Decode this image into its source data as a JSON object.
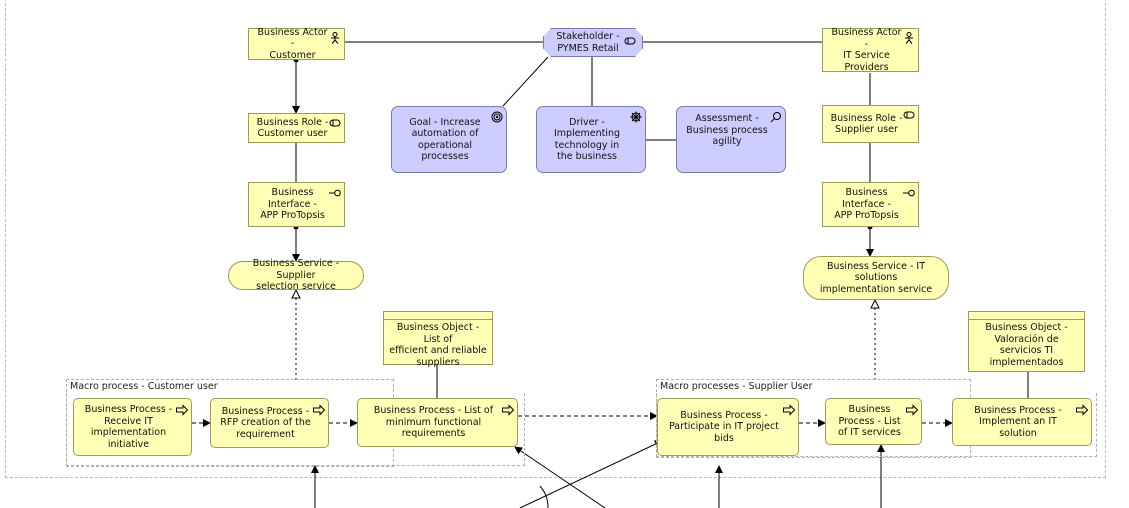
{
  "nodes": {
    "actor_customer": "Business Actor -\nCustomer",
    "stakeholder": "Stakeholder -\nPYMES Retail",
    "actor_it": "Business Actor -\nIT Service\nProviders",
    "role_customer": "Business Role -\nCustomer user",
    "goal": "Goal - Increase\nautomation of\noperational\nprocesses",
    "driver": "Driver -\nImplementing\ntechnology in\nthe business",
    "assessment": "Assessment -\nBusiness process\nagility",
    "role_supplier": "Business Role -\nSupplier user",
    "iface_left": "Business\nInterface -\nAPP ProTopsis",
    "iface_right": "Business\nInterface -\nAPP ProTopsis",
    "svc_left": "Business Service - Supplier\nselection service",
    "svc_right": "Business Service - IT solutions\nimplementation service",
    "obj_left": "Business Object - List of\nefficient and reliable\nsuppliers",
    "obj_right": "Business Object -\nValoración de servicios TI\nimplementados",
    "proc_receive": "Business Process -\nReceive IT\nimplementation\ninitiative",
    "proc_rfp": "Business Process -\nRFP creation of the\nrequirement",
    "proc_list": "Business Process - List of\nminimum functional\nrequirements",
    "proc_participate": "Business Process -\nParticipate in IT project\nbids",
    "proc_services": "Business\nProcess - List\nof IT services",
    "proc_implement": "Business Process -\nImplement an IT\nsolution"
  },
  "groups": {
    "customer": "Macro process - Customer user",
    "supplier": "Macro processes - Supplier User"
  }
}
